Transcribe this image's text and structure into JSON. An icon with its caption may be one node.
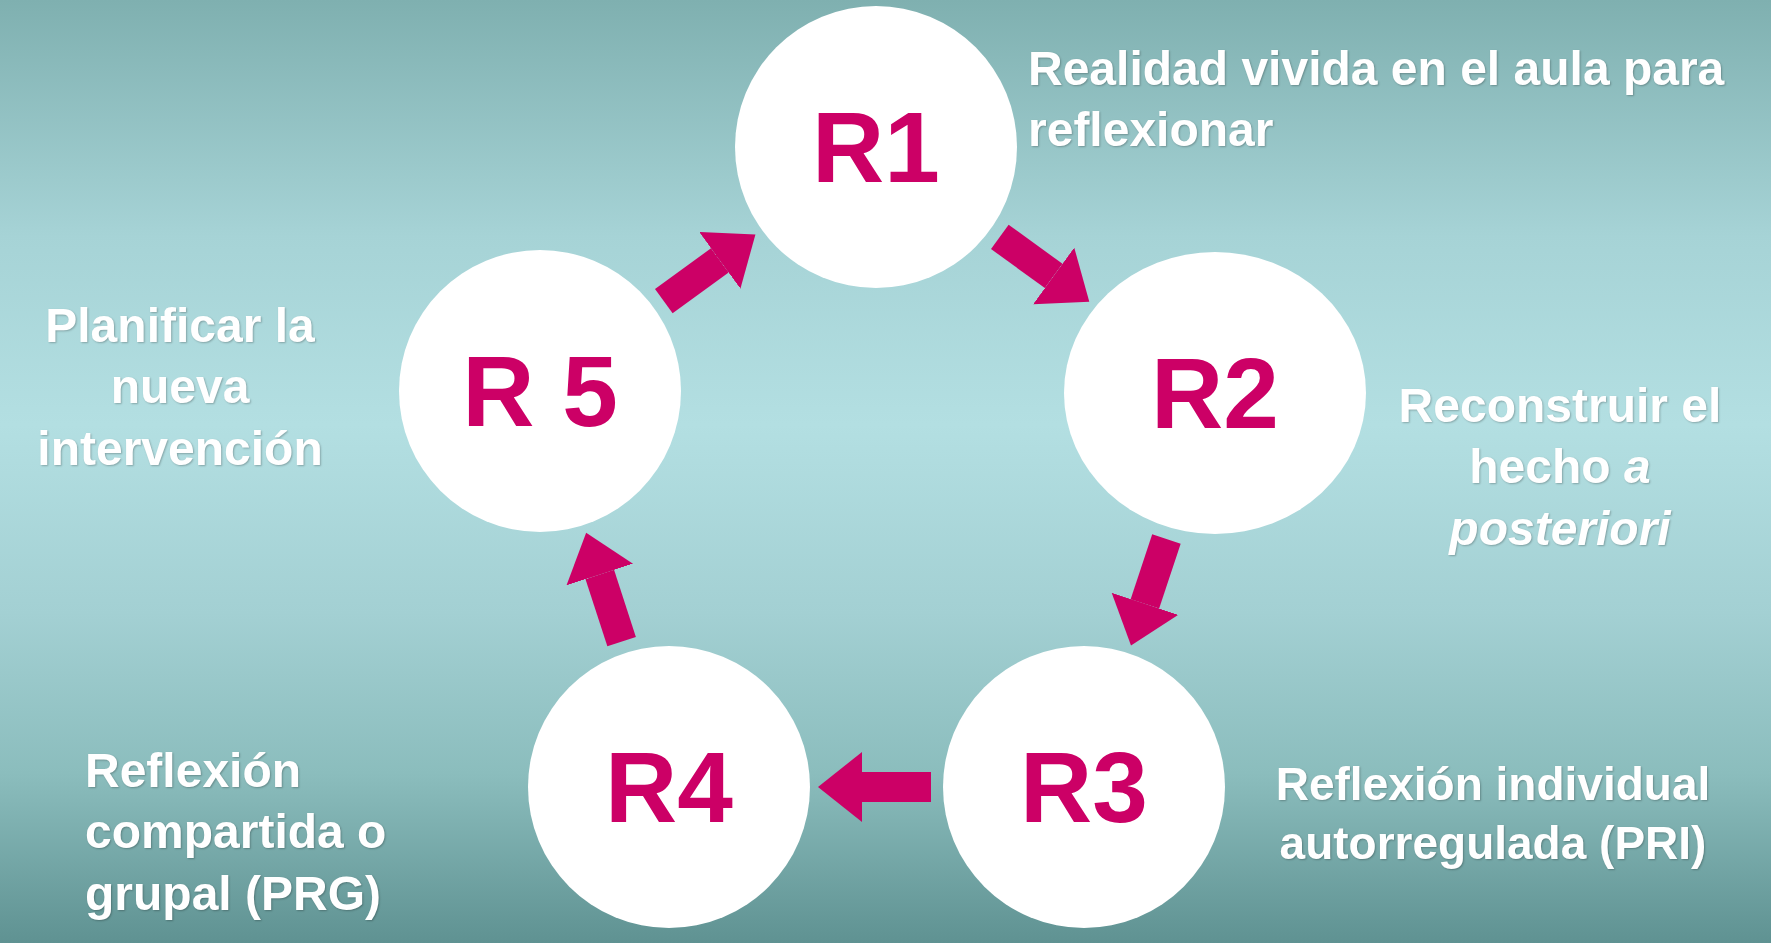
{
  "diagram": {
    "nodes": [
      {
        "text": [
          "R1"
        ],
        "beside": [
          "Realidad vivida en el aula para reflexionar"
        ]
      },
      {
        "text": [
          "R2"
        ],
        "beside": [
          "Reconstruir el hecho *a posteriori*"
        ]
      },
      {
        "text": [
          "R3"
        ],
        "beside": [
          "Reflexión individual autorregulada (PRI)"
        ]
      },
      {
        "text": [
          "R4"
        ],
        "beside": [
          "Reflexión compartida o grupal (PRG)"
        ]
      },
      {
        "text": [
          "R 5"
        ],
        "beside": [
          "Planificar la nueva intervención"
        ]
      }
    ],
    "edges": [
      {
        "from": 0,
        "to": 1,
        "arrow": "to"
      },
      {
        "from": 1,
        "to": 2,
        "arrow": "to"
      },
      {
        "from": 2,
        "to": 3,
        "arrow": "to"
      },
      {
        "from": 3,
        "to": 4,
        "arrow": "to"
      },
      {
        "from": 4,
        "to": 0,
        "arrow": "to"
      }
    ]
  }
}
